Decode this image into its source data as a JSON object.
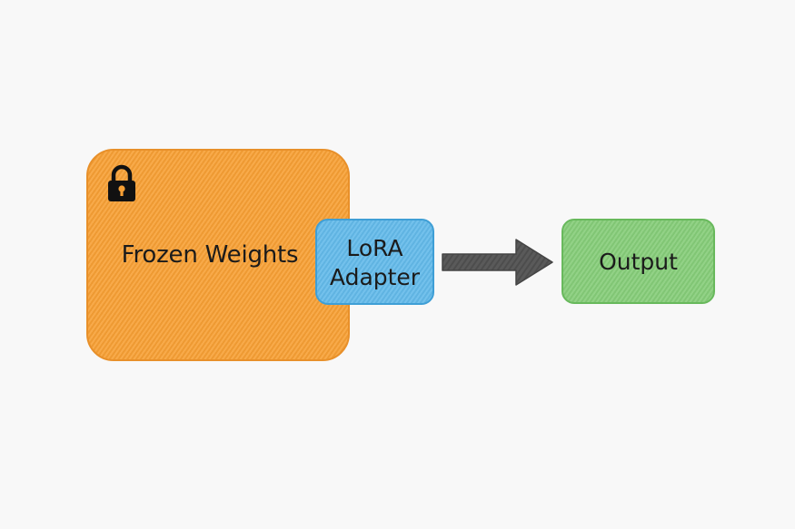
{
  "diagram": {
    "nodes": {
      "frozen_weights": {
        "label": "Frozen Weights",
        "color": "#f7a035",
        "icon": "lock-icon"
      },
      "lora_adapter": {
        "label_line1": "LoRA",
        "label_line2": "Adapter",
        "color": "#63baea"
      },
      "output": {
        "label": "Output",
        "color": "#86cd79"
      }
    },
    "edges": [
      {
        "from": "lora_adapter",
        "to": "output",
        "color": "#555555"
      }
    ]
  }
}
